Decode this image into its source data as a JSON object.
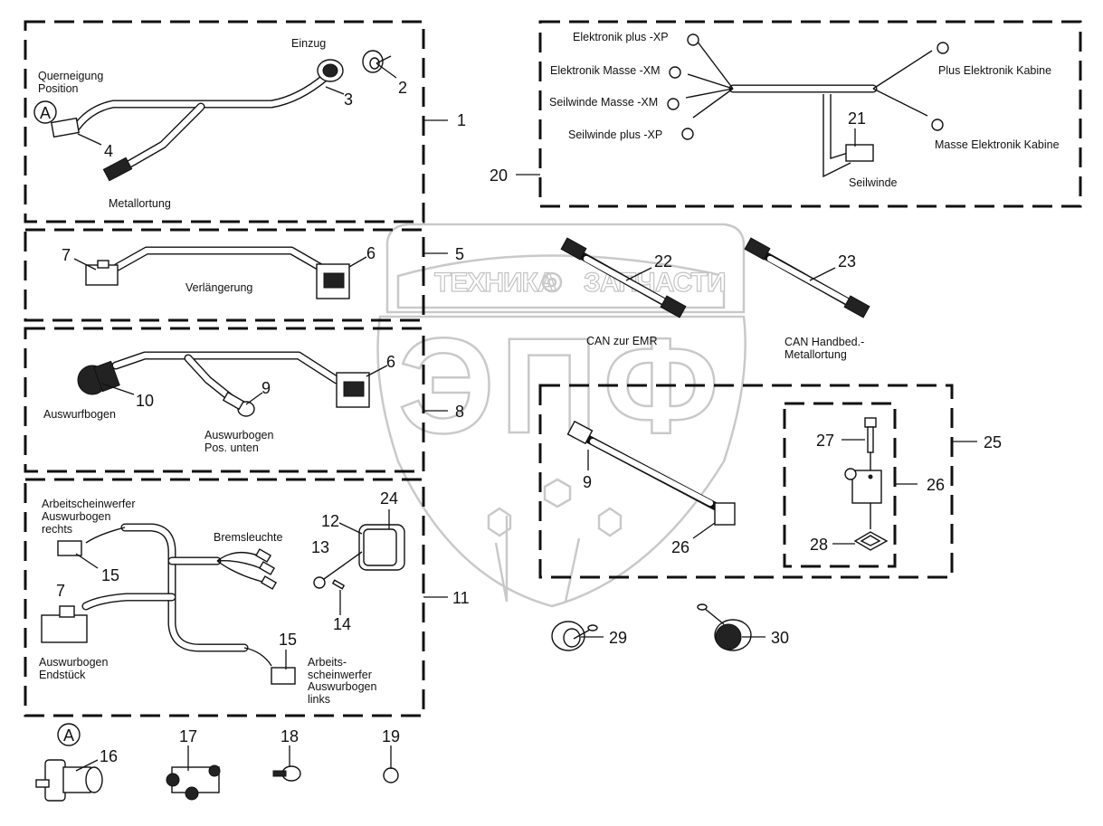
{
  "title": "Electrical harness parts diagram",
  "watermark": {
    "top_left": "ТЕХНИКА",
    "top_right": "ЗАПЧАСТИ",
    "letters": "ЭПФ",
    "gear_icon": "gear-icon"
  },
  "groups": [
    {
      "number": "1",
      "labels": {
        "einzug": "Einzug",
        "querneigung": "Querneigung",
        "position": "Position",
        "metallortung": "Metallortung",
        "detail_marker": "A"
      },
      "parts": [
        "2",
        "3",
        "4"
      ]
    },
    {
      "number": "5",
      "labels": {
        "verlaengerung": "Verlängerung"
      },
      "parts": [
        "7",
        "6"
      ]
    },
    {
      "number": "8",
      "labels": {
        "auswurfbogen": "Auswurfbogen",
        "auswurbogen_pos_1": "Auswurbogen",
        "auswurbogen_pos_2": "Pos. unten"
      },
      "parts": [
        "10",
        "9",
        "6"
      ]
    },
    {
      "number": "11",
      "labels": {
        "aw_rechts_1": "Arbeitscheinwerfer",
        "aw_rechts_2": "Auswurbogen",
        "aw_rechts_3": "rechts",
        "bremsleuchte": "Bremsleuchte",
        "endstueck_1": "Auswurbogen",
        "endstueck_2": "Endstück",
        "aw_links_1": "Arbeits-",
        "aw_links_2": "scheinwerfer",
        "aw_links_3": "Auswurbogen",
        "aw_links_4": "links"
      },
      "parts": [
        "15",
        "7",
        "12",
        "13",
        "14",
        "24",
        "15"
      ]
    },
    {
      "number": "20",
      "labels": {
        "el_plus_xp": "Elektronik plus -XP",
        "el_masse_xm": "Elektronik Masse -XM",
        "sw_masse_xm": "Seilwinde Masse -XM",
        "sw_plus_xp": "Seilwinde plus -XP",
        "plus_el_kabine": "Plus Elektronik Kabine",
        "masse_el_kabine": "Masse Elektronik Kabine",
        "seilwinde": "Seilwinde"
      },
      "parts": [
        "21"
      ]
    },
    {
      "number": "25",
      "parts": [
        "9",
        "26"
      ],
      "subgroup": {
        "number": "26",
        "parts": [
          "27",
          "28"
        ]
      }
    }
  ],
  "loose_parts": {
    "p22": {
      "number": "22",
      "label": "CAN zur EMR"
    },
    "p23": {
      "number": "23",
      "label_1": "CAN Handbed.-",
      "label_2": "Metallortung"
    },
    "p29": {
      "number": "29"
    },
    "p30": {
      "number": "30"
    },
    "p16": {
      "number": "16",
      "marker": "A"
    },
    "p17": {
      "number": "17"
    },
    "p18": {
      "number": "18"
    },
    "p19": {
      "number": "19"
    }
  }
}
